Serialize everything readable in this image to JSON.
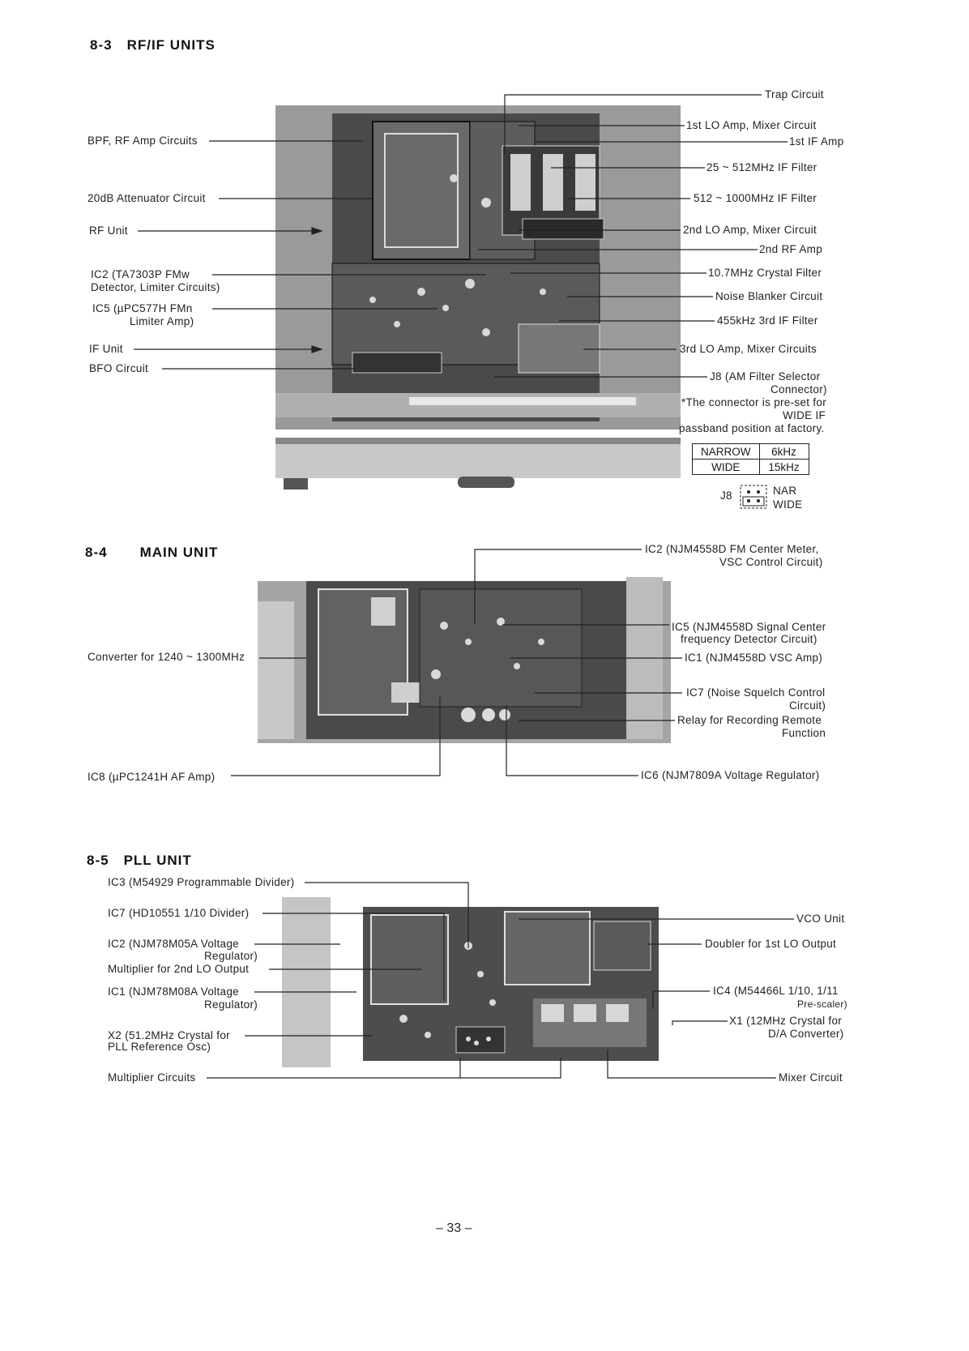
{
  "sections": {
    "rf": {
      "number": "8-3",
      "title": "RF/IF UNITS",
      "left": {
        "bpf": "BPF, RF Amp Circuits",
        "att": "20dB Attenuator Circuit",
        "rfunit": "RF Unit",
        "ic2a": "IC2 (TA7303P FMw",
        "ic2b": "Detector, Limiter Circuits)",
        "ic5a": "IC5 (µPC577H FMn",
        "ic5b": "Limiter Amp)",
        "ifunit": "IF Unit",
        "bfo": "BFO Circuit"
      },
      "right": {
        "trap": "Trap Circuit",
        "lo1": "1st LO Amp, Mixer Circuit",
        "if1": "1st IF Amp",
        "f25": "25 ~ 512MHz IF Filter",
        "f512": "512 ~ 1000MHz IF Filter",
        "lo2": "2nd LO Amp, Mixer Circuit",
        "rf2": "2nd RF Amp",
        "xtal": "10.7MHz Crystal Filter",
        "nb": "Noise Blanker Circuit",
        "f455": "455kHz 3rd IF Filter",
        "lo3": "3rd LO Amp, Mixer Circuits",
        "j8a": "J8 (AM Filter Selector",
        "j8b": "Connector)",
        "note1": "*The connector is pre-set for",
        "note2": "WIDE IF",
        "note3": "passband position at factory."
      },
      "table": [
        {
          "mode": "NARROW",
          "bw": "6kHz"
        },
        {
          "mode": "WIDE",
          "bw": "15kHz"
        }
      ],
      "j8": {
        "label": "J8",
        "nar": "NAR",
        "wide": "WIDE"
      }
    },
    "main": {
      "number": "8-4",
      "title": "MAIN UNIT",
      "right": {
        "ic2a": "IC2 (NJM4558D FM Center Meter,",
        "ic2b": "VSC Control Circuit)",
        "ic5a": "IC5 (NJM4558D Signal Center",
        "ic5b": "frequency Detector Circuit)",
        "ic1": "IC1 (NJM4558D VSC Amp)",
        "ic7a": "IC7 (Noise Squelch Control",
        "ic7b": "Circuit)",
        "relaya": "Relay for Recording Remote",
        "relayb": "Function",
        "ic6": "IC6 (NJM7809A Voltage Regulator)"
      },
      "left": {
        "conv": "Converter for 1240 ~ 1300MHz",
        "ic8": "IC8 (µPC1241H AF Amp)"
      }
    },
    "pll": {
      "number": "8-5",
      "title": "PLL UNIT",
      "left": {
        "ic3": "IC3 (M54929 Programmable Divider)",
        "ic7": "IC7 (HD10551 1/10 Divider)",
        "ic2a": "IC2 (NJM78M05A Voltage",
        "ic2b": "Regulator)",
        "mult2": "Multiplier for 2nd LO Output",
        "ic1a": "IC1 (NJM78M08A Voltage",
        "ic1b": "Regulator)",
        "x2a": "X2 (51.2MHz Crystal for",
        "x2b": "PLL Reference Osc)",
        "multc": "Multiplier Circuits"
      },
      "right": {
        "vco": "VCO Unit",
        "doubler": "Doubler for 1st LO Output",
        "ic4a": "IC4 (M54466L 1/10, 1/11",
        "ic4b": "Pre-scaler)",
        "x1a": "X1 (12MHz Crystal for",
        "x1b": "D/A Converter)",
        "mixer": "Mixer Circuit"
      }
    }
  },
  "page_number": "– 33 –"
}
